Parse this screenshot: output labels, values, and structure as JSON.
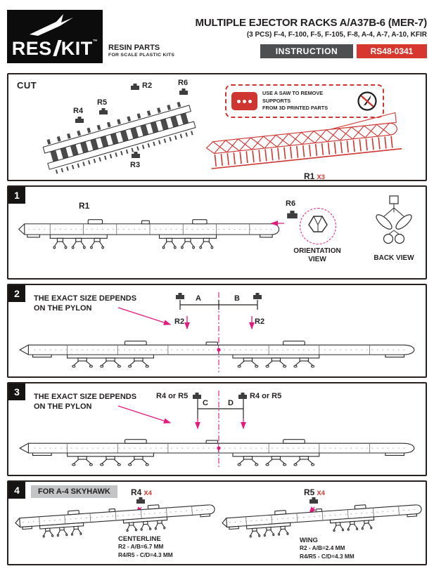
{
  "colors": {
    "accent_red": "#d6382f",
    "magenta": "#e5187d",
    "ink": "#231f20",
    "badge_gray": "#4e4f51",
    "tag_gray": "#c2c4c6"
  },
  "icons": {
    "jet": "jet-icon",
    "printed_part": "printed-part-supports-icon",
    "no_knife": "no-knife-prohibition-icon",
    "orientation": "orientation-cross-section-icon"
  },
  "header": {
    "brand_res": "RES",
    "brand_kit": "KIT",
    "brand_tm": "™",
    "brand_line1": "RESIN PARTS",
    "brand_line2": "FOR SCALE PLASTIC KITS",
    "title": "MULTIPLE EJECTOR RACKS A/A37B-6 (MER-7)",
    "subtitle": "(3 PCS) F-4, F-100, F-5, F-105, F-8, A-4, A-7, A-10, KFIR",
    "instruction": "INSTRUCTION",
    "code": "RS48-0341"
  },
  "cut": {
    "label": "CUT",
    "parts": {
      "r2": "R2",
      "r6": "R6",
      "r4": "R4",
      "r5": "R5",
      "r3": "R3"
    },
    "warning_line1": "USE A SAW TO REMOVE SUPPORTS",
    "warning_line2": "FROM 3D PRINTED PARTS",
    "r1": "R1",
    "r1_qty": "X3"
  },
  "step1": {
    "num": "1",
    "r1": "R1",
    "r6": "R6",
    "orientation_line1": "ORIENTATION",
    "orientation_line2": "VIEW",
    "back_view": "BACK VIEW"
  },
  "step2": {
    "num": "2",
    "note_line1": "THE EXACT SIZE DEPENDS",
    "note_line2": "ON THE PYLON",
    "dim_a": "A",
    "dim_b": "B",
    "r2_left": "R2",
    "r2_right": "R2"
  },
  "step3": {
    "num": "3",
    "note_line1": "THE EXACT SIZE DEPENDS",
    "note_line2": "ON THE PYLON",
    "left_label": "R4 or R5",
    "right_label": "R4 or R5",
    "dim_c": "C",
    "dim_d": "D"
  },
  "step4": {
    "num": "4",
    "label": "FOR A-4 SKYHAWK",
    "left": {
      "part": "R4",
      "qty": "X4",
      "title": "CENTERLINE",
      "line1": "R2 - A/B=6.7 MM",
      "line2": "R4/R5 - C/D=4.3 MM"
    },
    "right": {
      "part": "R5",
      "qty": "X4",
      "title": "WING",
      "line1": "R2 - A/B=2.4 MM",
      "line2": "R4/R5 - C/D=4.3 MM"
    }
  }
}
